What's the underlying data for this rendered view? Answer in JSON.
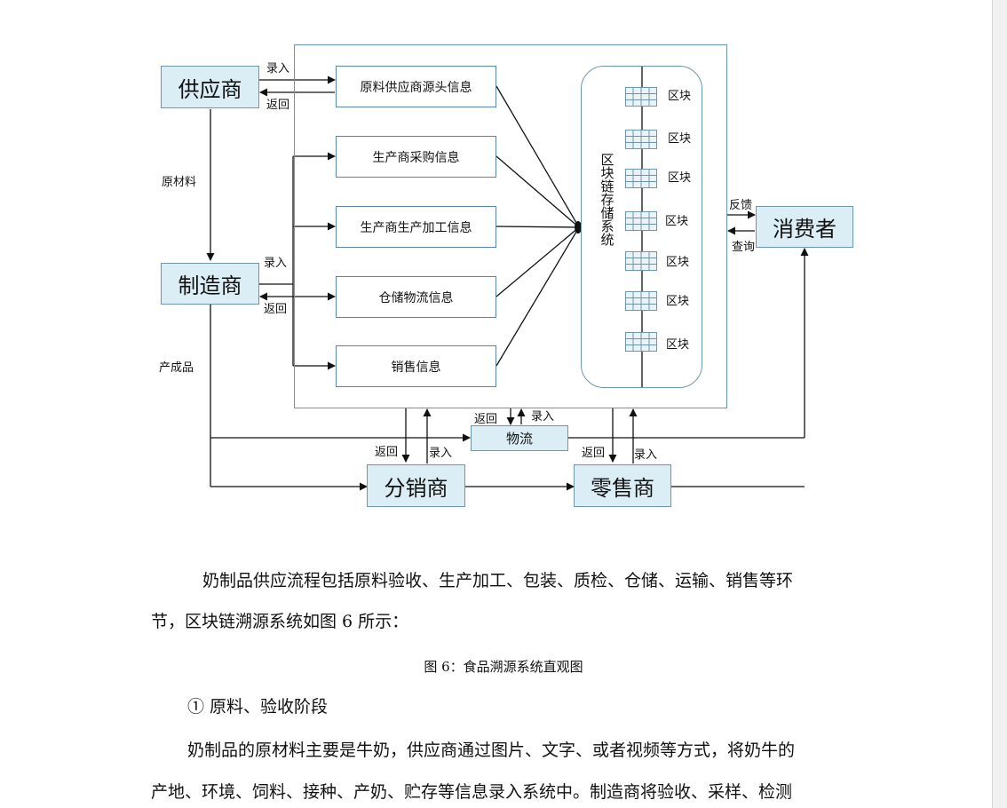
{
  "diagram": {
    "actors": {
      "supplier": "供应商",
      "manufacturer": "制造商",
      "distributor": "分销商",
      "retailer": "零售商",
      "consumer": "消费者"
    },
    "info_boxes": [
      "原料供应商源头信息",
      "生产商采购信息",
      "生产商生产加工信息",
      "仓储物流信息",
      "销售信息"
    ],
    "logistics": "物流",
    "blockchain_title": "区块链存储系统",
    "blocks": [
      "区块",
      "区块",
      "区块",
      "区块",
      "区块",
      "区块",
      "区块"
    ],
    "edge_labels": {
      "supplier_enter": "录入",
      "supplier_return": "返回",
      "raw_material": "原材料",
      "manufacturer_enter": "录入",
      "manufacturer_return": "返回",
      "finished_product": "产成品",
      "feedback": "反馈",
      "query": "查询",
      "logistics_return": "返回",
      "logistics_enter": "录入",
      "distributor_return": "返回",
      "distributor_enter": "录入",
      "retailer_return": "返回",
      "retailer_enter": "录入"
    }
  },
  "document": {
    "para1_line1": "奶制品供应流程包括原料验收、生产加工、包装、质检、仓储、运输、销售等环",
    "para1_line2": "节，区块链溯源系统如图 6 所示：",
    "caption": "图 6：食品溯源系统直观图",
    "section_heading": "①  原料、验收阶段",
    "para2_line1": "奶制品的原材料主要是牛奶，供应商通过图片、文字、或者视频等方式，将奶牛的",
    "para2_line2": "产地、环境、饲料、接种、产奶、贮存等信息录入系统中。制造商将验收、采样、检测"
  }
}
